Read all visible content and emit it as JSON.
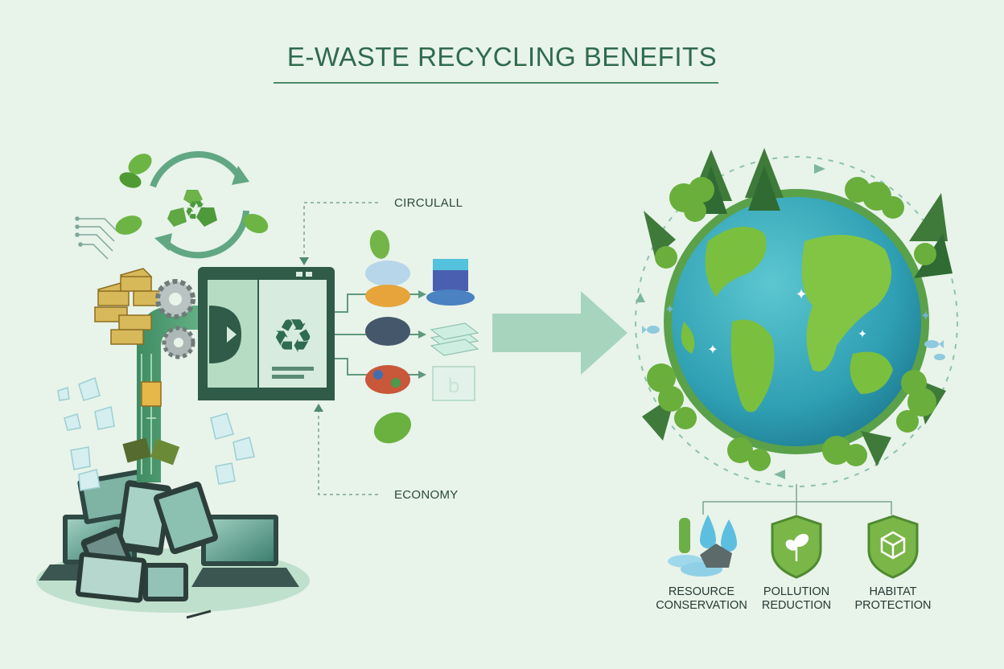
{
  "title": "E-WASTE RECYCLING BENEFITS",
  "flow_labels": {
    "top": "CIRCULALL",
    "bottom": "ECONOMY"
  },
  "benefits": [
    {
      "line1": "RESOURCE",
      "line2": "CONSERVATION",
      "icon": "water-drops-rocks-icon"
    },
    {
      "line1": "POLLUTION",
      "line2": "REDUCTION",
      "icon": "shield-leaf-icon"
    },
    {
      "line1": "HABITAT",
      "line2": "PROTECTION",
      "icon": "shield-box-icon"
    }
  ],
  "colors": {
    "background": "#e8f3ea",
    "title": "#2f6a4c",
    "accent_green": "#5aa14a",
    "machine_dark": "#2f5b48",
    "ocean": "#3aa7b8",
    "arrow": "#a6d4bd"
  }
}
